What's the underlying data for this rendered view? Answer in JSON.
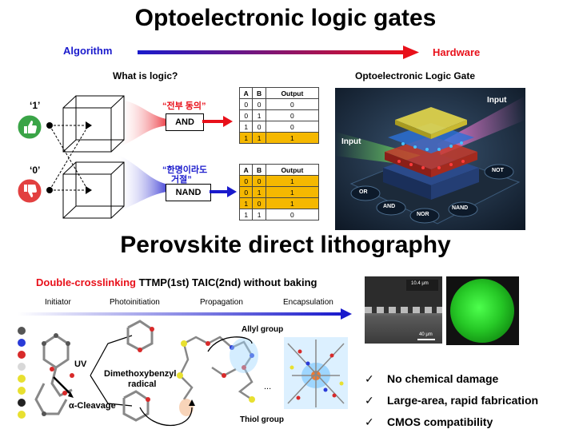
{
  "top": {
    "title": "Optoelectronic logic gates",
    "algorithm": "Algorithm",
    "hardware": "Hardware",
    "what_is_logic": "What is logic?",
    "oe_gate_title": "Optoelectronic Logic Gate",
    "input_one": "‘1’",
    "input_zero": "‘0’",
    "and_note": "“전부 동의”",
    "nand_note_1": "“한명이라도",
    "nand_note_2": "거절”",
    "and_gate": "AND",
    "nand_gate": "NAND",
    "colors": {
      "red": "#e8101a",
      "blue": "#1a1acc",
      "highlight": "#f5b800"
    }
  },
  "and_table": {
    "headers": [
      "A",
      "B",
      "Output"
    ],
    "rows": [
      [
        "0",
        "0",
        "0"
      ],
      [
        "0",
        "1",
        "0"
      ],
      [
        "1",
        "0",
        "0"
      ],
      [
        "1",
        "1",
        "1"
      ]
    ]
  },
  "nand_table": {
    "headers": [
      "A",
      "B",
      "Output"
    ],
    "rows": [
      [
        "0",
        "0",
        "1"
      ],
      [
        "0",
        "1",
        "1"
      ],
      [
        "1",
        "0",
        "1"
      ],
      [
        "1",
        "1",
        "0"
      ]
    ]
  },
  "device_image": {
    "input_left": "Input",
    "input_right": "Input",
    "keys": [
      "OR",
      "AND",
      "NOR",
      "NAND",
      "NOT"
    ]
  },
  "bottom": {
    "title": "Perovskite direct lithography",
    "subtitle_red": "Double-crosslinking",
    "subtitle_black": "TTMP(1st) TAIC(2nd) without baking",
    "stages": [
      "Initiator",
      "Photoinitiation",
      "Propagation",
      "Encapsulation"
    ],
    "uv": "UV",
    "alpha_cleavage": "α-Cleavage",
    "radical_1": "Dimethoxybenzyl",
    "radical_2": "radical",
    "allyl": "Allyl group",
    "thiol": "Thiol group",
    "ellipsis": "...",
    "sem_scale_top": "10.4 μm",
    "sem_scale_bottom": "40 μm",
    "checks": [
      "No chemical damage",
      "Large-area, rapid fabrication",
      "CMOS compatibility"
    ]
  }
}
